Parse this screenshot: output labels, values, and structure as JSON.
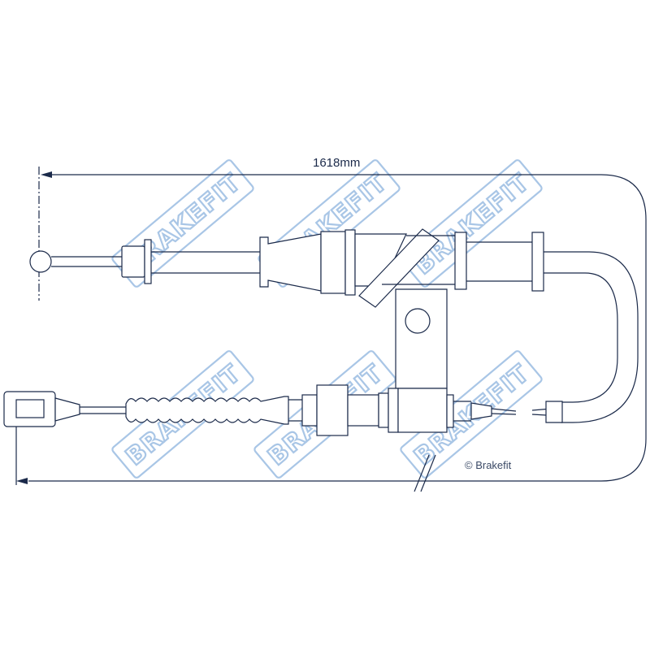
{
  "dimension": {
    "length_label": "1618mm"
  },
  "copyright": {
    "label": "© Brakefit"
  },
  "watermark": {
    "text": "BRAKEFIT"
  },
  "colors": {
    "line": "#1b2a4a",
    "watermark": "#a9c6e6",
    "background": "#ffffff"
  }
}
